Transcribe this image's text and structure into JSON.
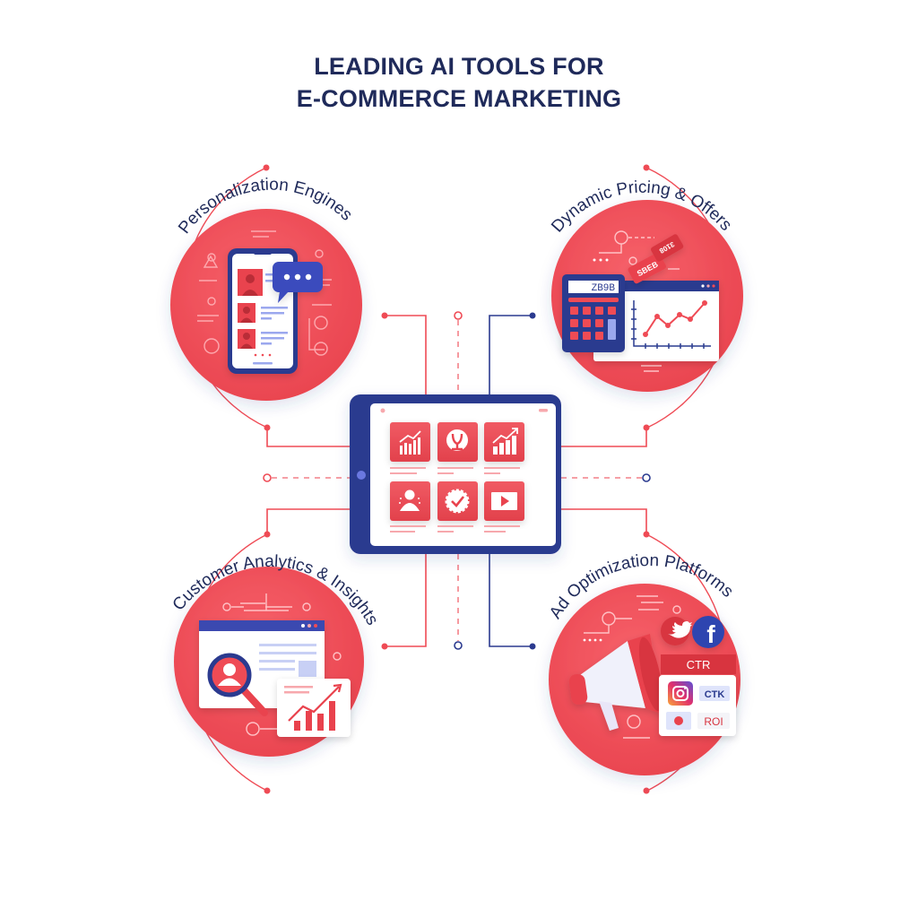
{
  "title": {
    "line1": "LEADING AI TOOLS FOR",
    "line2": "E-COMMERCE MARKETING"
  },
  "colors": {
    "accent_red": "#ef4b55",
    "navy": "#2b3a8f",
    "title_navy": "#1f2a5a",
    "light_blue": "#c8d0f5",
    "white": "#ffffff"
  },
  "hub": {
    "device": "tablet",
    "tiles": [
      {
        "icon": "bar-chart-icon"
      },
      {
        "icon": "location-pin-icon"
      },
      {
        "icon": "growth-chart-icon"
      },
      {
        "icon": "user-icon"
      },
      {
        "icon": "check-badge-icon"
      },
      {
        "icon": "video-play-icon"
      }
    ]
  },
  "nodes": [
    {
      "id": "personalization",
      "label": "Personalization Engines",
      "position": "top-left",
      "illustration": "smartphone-with-profiles-and-chat-bubble"
    },
    {
      "id": "pricing",
      "label": "Dynamic Pricing & Offers",
      "position": "top-right",
      "illustration": "calculator-price-tags-line-chart",
      "calculator_display": "ZB9B",
      "price_tags": [
        "SBEB",
        "3108"
      ]
    },
    {
      "id": "analytics",
      "label": "Customer Analytics & Insights",
      "position": "bottom-left",
      "illustration": "browser-magnifier-user-bar-chart"
    },
    {
      "id": "ads",
      "label": "Ad Optimization Platforms",
      "position": "bottom-right",
      "illustration": "megaphone-social-metrics",
      "metric_header": "CTR",
      "metric_chips": [
        "CTK",
        "ROI"
      ],
      "social_icons": [
        "twitter-icon",
        "facebook-icon",
        "instagram-icon"
      ],
      "facebook_glyph": "f"
    }
  ]
}
